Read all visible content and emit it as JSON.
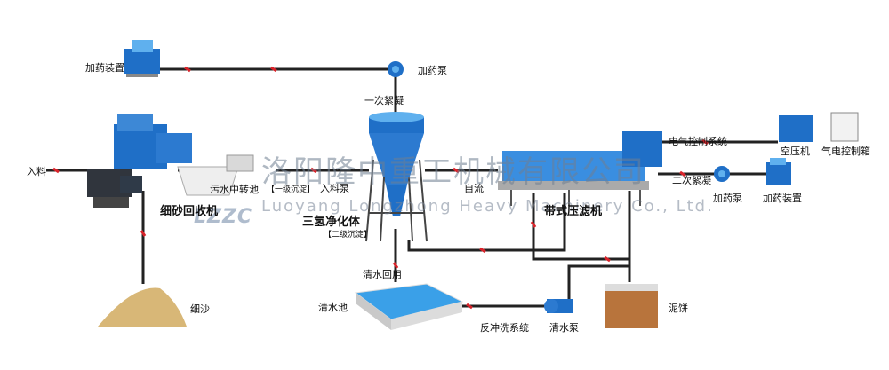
{
  "labels": {
    "dosing_device_top": "加药装置",
    "dosing_pump_top": "加药泵",
    "first_flocculation": "一次絮凝",
    "feed_in": "入料",
    "fine_sand_machine": "细砂回收机",
    "sewage_tank": "污水中转池",
    "sewage_tank_note": "【一级沉淀】",
    "feed_pump": "入料泵",
    "gravity_flow": "自流",
    "purifier": "三氢净化体",
    "purifier_note": "【二级沉淀】",
    "belt_filter": "带式压滤机",
    "electric_system": "电气控制系统",
    "second_flocculation": "二次絮凝",
    "air_compressor": "空压机",
    "electric_box": "气电控制箱",
    "dosing_pump_right": "加药泵",
    "dosing_device_right": "加药装置",
    "clear_water_return": "清水回用",
    "clear_water_tank": "清水池",
    "backwash_system": "反冲洗系统",
    "clear_water_pump": "清水泵",
    "mud_cake": "泥饼",
    "fine_sand": "细沙"
  },
  "watermark": {
    "company_cn": "洛阳隆中重工机械有限公司",
    "company_en": "Luoyang Longzhong Heavy Machinery Co., Ltd.",
    "logo": "LZZC"
  },
  "colors": {
    "pipe": "#222222",
    "arrow": "#d8232a",
    "equipment_blue": "#1f6fc7",
    "equipment_light": "#5fb0ee",
    "water": "#3aa0e8",
    "sand": "#d8b777",
    "mud": "#b8743c"
  }
}
